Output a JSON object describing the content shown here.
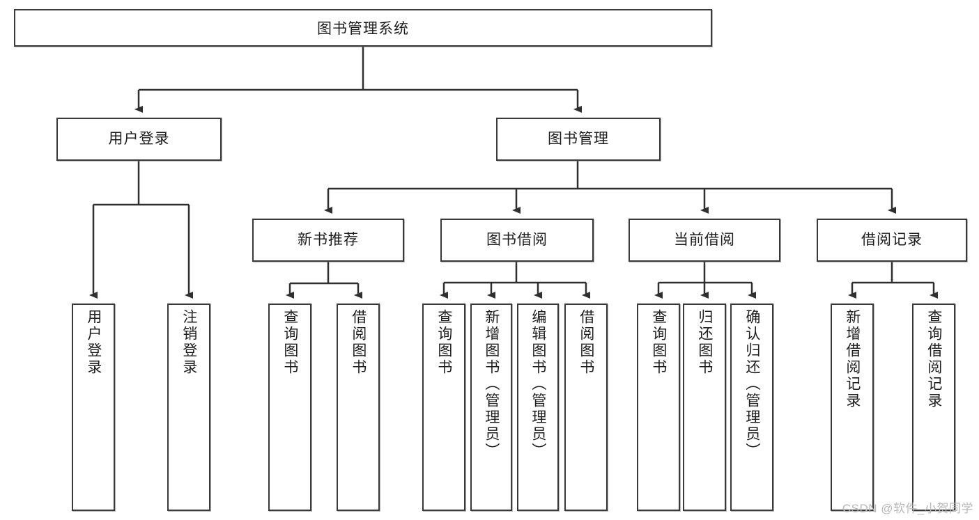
{
  "diagram": {
    "title": "图书管理系统",
    "watermark": "CSDN @软件_小贺同学",
    "colors": {
      "box_border": "#3a3a3a",
      "box_fill": "#ffffff",
      "connector": "#2f2f2f",
      "text": "#1d1d1d",
      "watermark": "#b9b9b9"
    },
    "root": {
      "label": "图书管理系统"
    },
    "level2": [
      {
        "label": "用户登录"
      },
      {
        "label": "图书管理"
      }
    ],
    "level3": [
      {
        "label": "新书推荐"
      },
      {
        "label": "图书借阅"
      },
      {
        "label": "当前借阅"
      },
      {
        "label": "借阅记录"
      }
    ],
    "leaves": {
      "user_login": [
        {
          "label": "用户登录"
        },
        {
          "label": "注销登录"
        }
      ],
      "new_book_recommend": [
        {
          "label": "查询图书"
        },
        {
          "label": "借阅图书"
        }
      ],
      "book_borrow": [
        {
          "label": "查询图书"
        },
        {
          "label": "新增图书（管理员）"
        },
        {
          "label": "编辑图书（管理员）"
        },
        {
          "label": "借阅图书"
        }
      ],
      "current_borrow": [
        {
          "label": "查询图书"
        },
        {
          "label": "归还图书"
        },
        {
          "label": "确认归还（管理员）"
        }
      ],
      "borrow_records": [
        {
          "label": "新增借阅记录"
        },
        {
          "label": "查询借阅记录"
        }
      ]
    }
  }
}
